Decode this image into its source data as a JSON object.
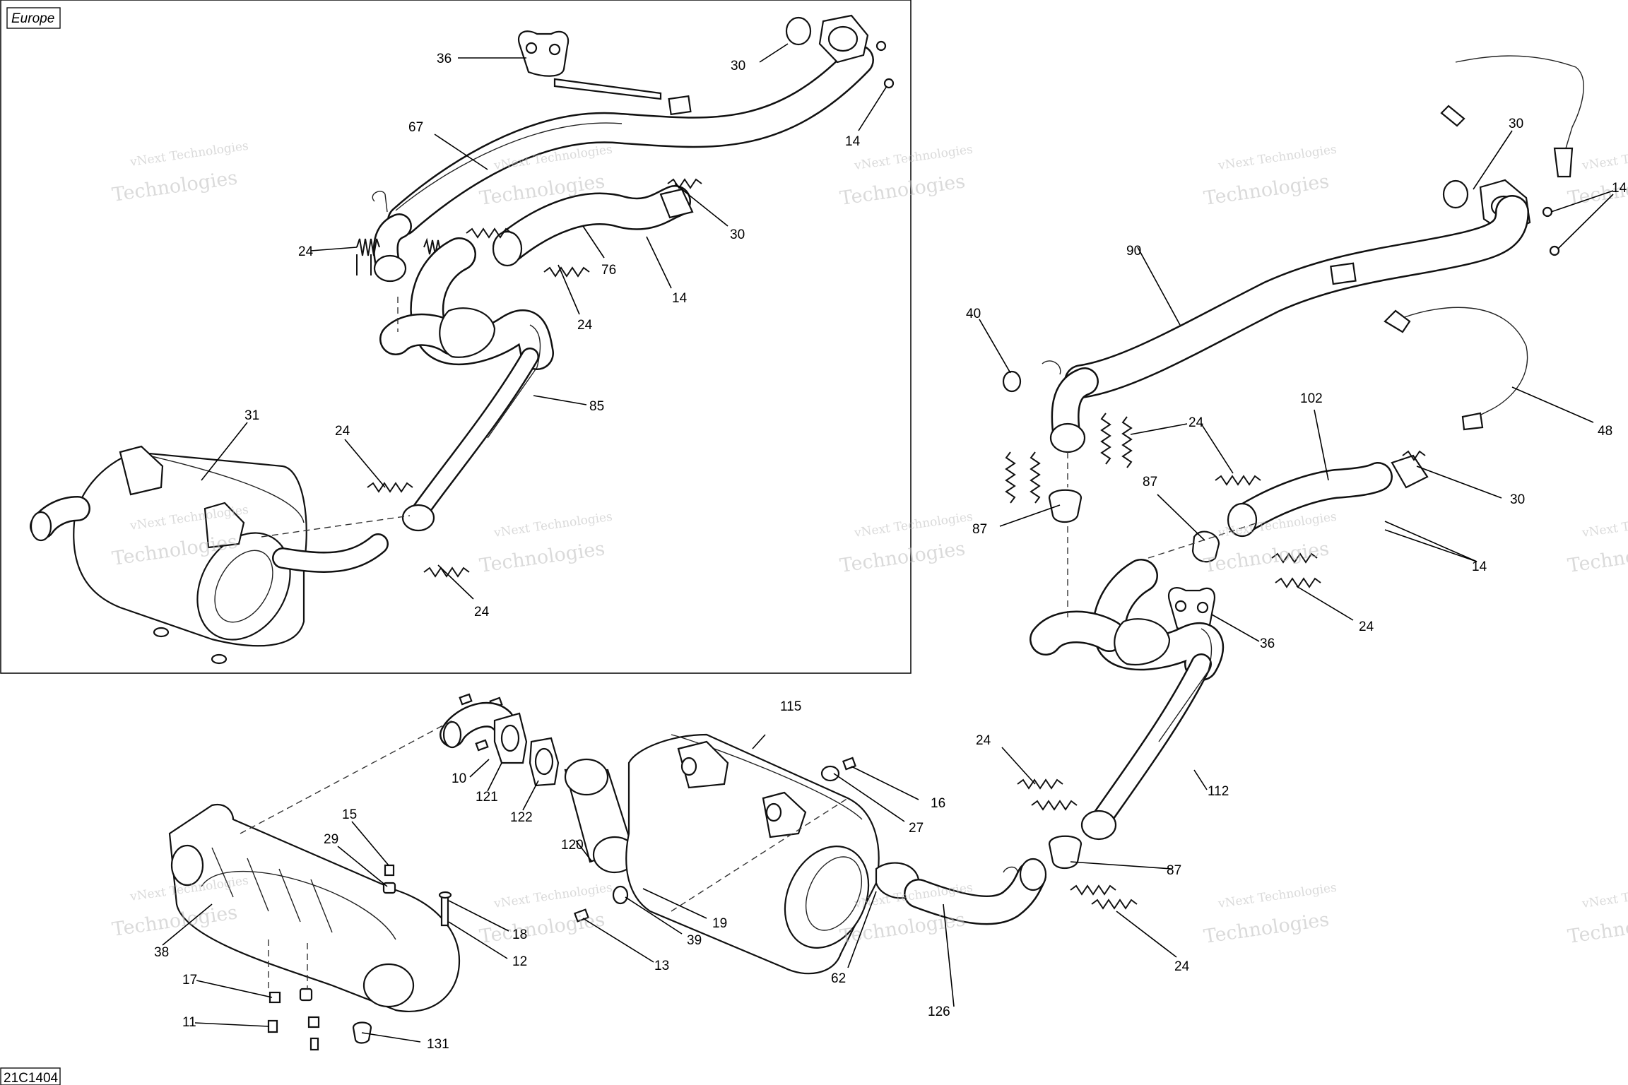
{
  "region_tag": "Europe",
  "drawing_id": "21C1404",
  "watermark": {
    "line1": "vNext Technologies",
    "line2": "Technologies"
  },
  "callouts": {
    "europe": [
      "36",
      "30",
      "67",
      "14",
      "30",
      "24",
      "76",
      "14",
      "24",
      "85",
      "31",
      "24",
      "24"
    ],
    "right": [
      "30",
      "14",
      "90",
      "40",
      "48",
      "102",
      "24",
      "87",
      "87",
      "30",
      "14",
      "24",
      "36",
      "112",
      "24",
      "87",
      "24"
    ],
    "bottom": [
      "115",
      "10",
      "121",
      "122",
      "120",
      "16",
      "27",
      "15",
      "29",
      "18",
      "12",
      "13",
      "39",
      "19",
      "62",
      "126",
      "38",
      "17",
      "11",
      "131"
    ]
  }
}
